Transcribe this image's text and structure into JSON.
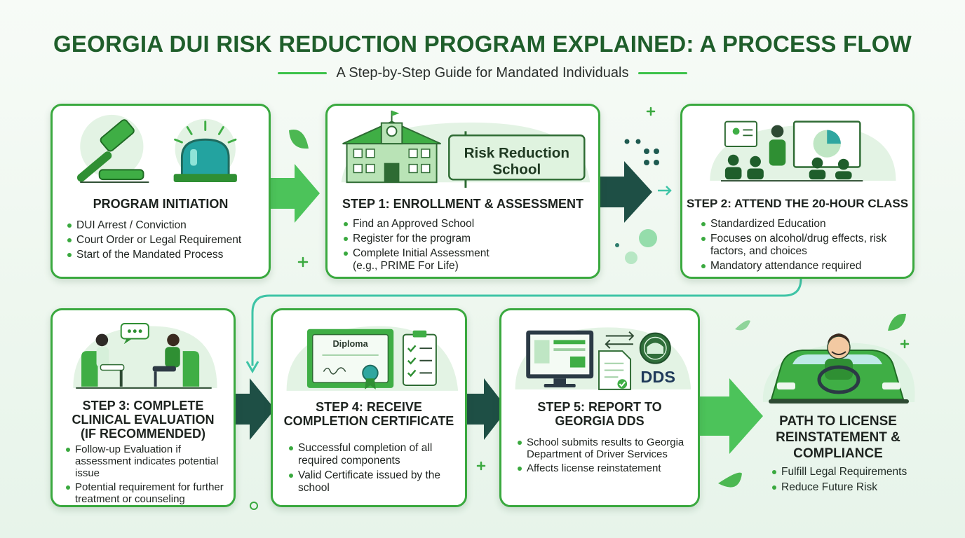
{
  "title": "GEORGIA DUI RISK REDUCTION PROGRAM EXPLAINED: A PROCESS FLOW",
  "subtitle": "A Step-by-Step Guide for Mandated Individuals",
  "colors": {
    "accent": "#3aa93f",
    "title": "#1f5e2b",
    "dark_arrow": "#1e4f45",
    "light_arrow": "#4cc35a"
  },
  "steps": [
    {
      "title": "PROGRAM INITIATION",
      "icons": [
        "gavel-icon",
        "siren-icon"
      ],
      "bullets": [
        "DUI Arrest / Conviction",
        "Court Order or Legal Requirement",
        "Start of the Mandated Process"
      ]
    },
    {
      "title": "STEP 1: ENROLLMENT & ASSESSMENT",
      "icons": [
        "school-building-icon"
      ],
      "sign_text": [
        "Risk Reduction",
        "School"
      ],
      "bullets": [
        "Find an Approved School",
        "Register for the program",
        "Complete Initial Assessment (e.g., PRIME For Life)"
      ]
    },
    {
      "title": "STEP 2: ATTEND THE 20-HOUR CLASS",
      "icons": [
        "classroom-icon"
      ],
      "bullets": [
        "Standardized Education",
        "Focuses on alcohol/drug effects, risk factors, and choices",
        "Mandatory attendance required"
      ]
    },
    {
      "title": "STEP 3: COMPLETE CLINICAL EVALUATION (IF RECOMMENDED)",
      "title_lines": [
        "STEP 3: COMPLETE",
        "CLINICAL EVALUATION",
        "(IF RECOMMENDED)"
      ],
      "icons": [
        "counseling-session-icon"
      ],
      "bullets": [
        "Follow-up Evaluation if assessment indicates potential issue",
        "Potential requirement for further treatment or counseling"
      ]
    },
    {
      "title": "STEP 4: RECEIVE COMPLETION CERTIFICATE",
      "title_lines": [
        "STEP 4: RECEIVE",
        "COMPLETION CERTIFICATE"
      ],
      "icons": [
        "diploma-icon",
        "checklist-icon"
      ],
      "diploma_text": "Diploma",
      "bullets": [
        "Successful completion of all required components",
        "Valid Certificate issued by the school"
      ]
    },
    {
      "title": "STEP 5: REPORT TO GEORGIA DDS",
      "title_lines": [
        "STEP 5: REPORT TO",
        "GEORGIA DDS"
      ],
      "icons": [
        "computer-monitor-icon",
        "document-icon",
        "dds-seal-icon"
      ],
      "dds_text": "DDS",
      "bullets": [
        "School submits results to Georgia Department of Driver Services",
        "Affects license reinstatement"
      ]
    }
  ],
  "final": {
    "title": "PATH TO LICENSE REINSTATEMENT & COMPLIANCE",
    "title_lines": [
      "PATH TO LICENSE",
      "REINSTATEMENT &",
      "COMPLIANCE"
    ],
    "icons": [
      "driver-in-car-icon"
    ],
    "bullets": [
      "Fulfill Legal Requirements",
      "Reduce Future Risk"
    ]
  }
}
